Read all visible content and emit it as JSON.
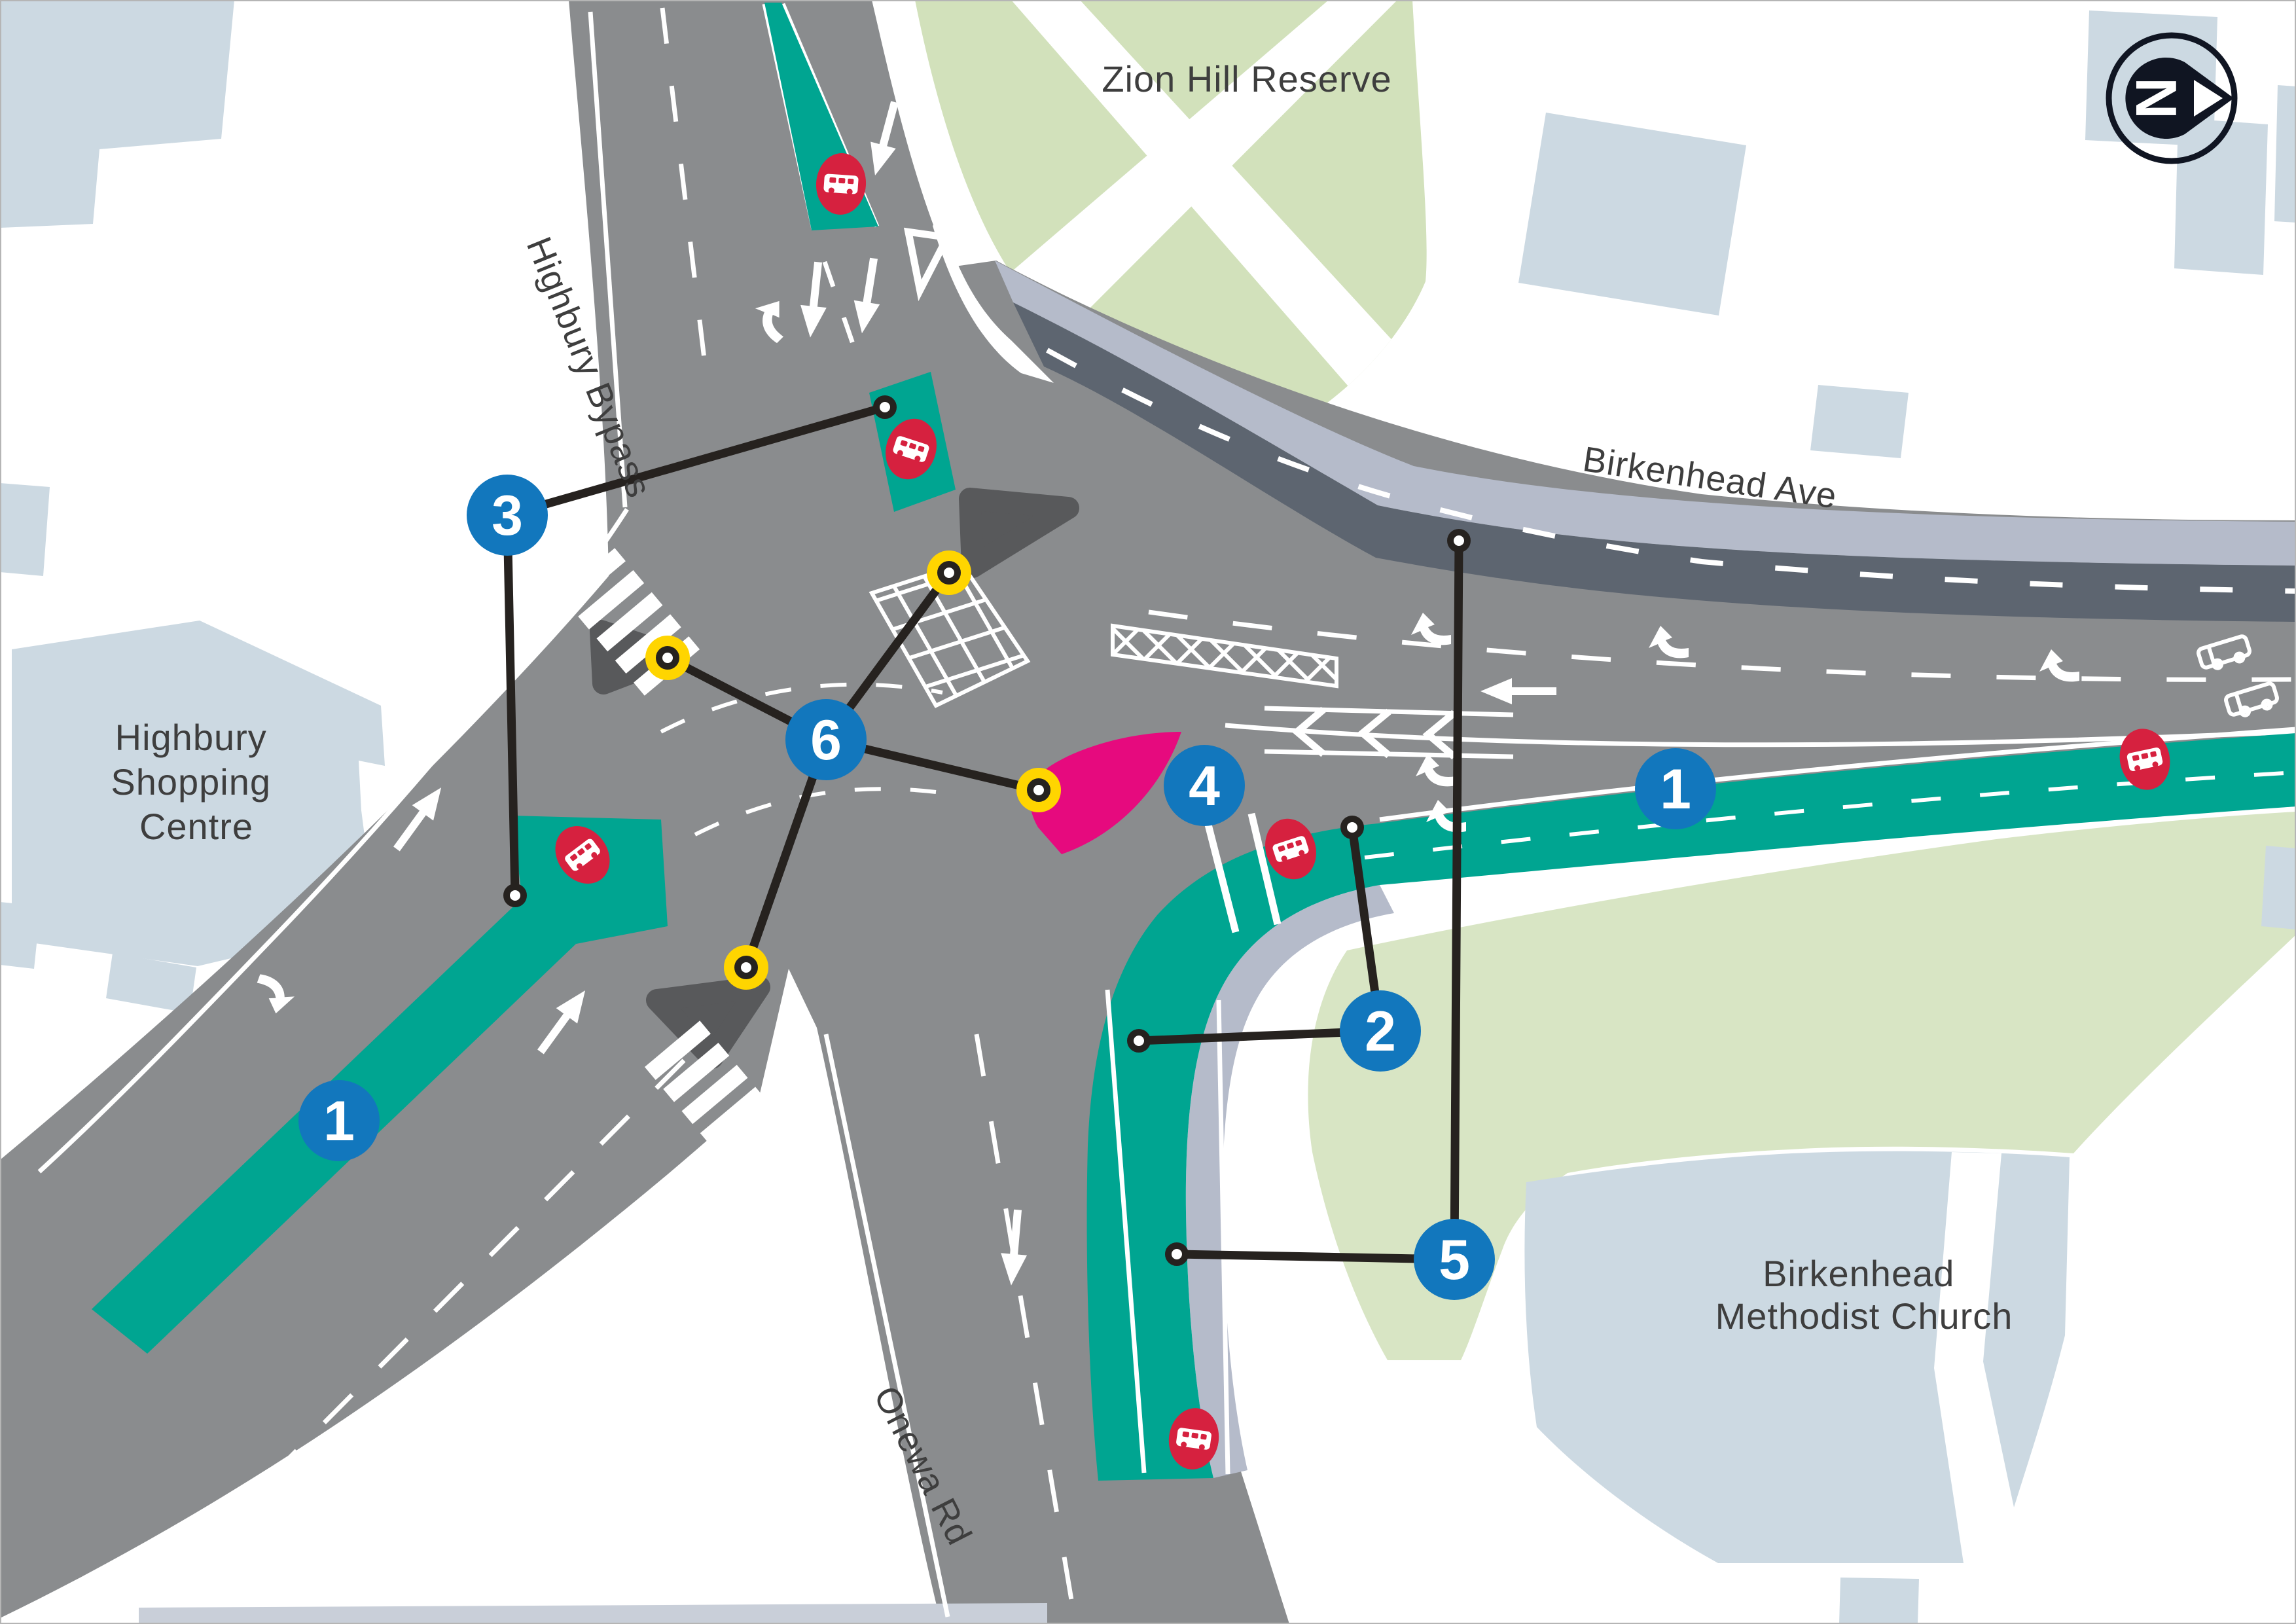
{
  "map": {
    "street_labels": {
      "highbury_bypass": "Highbury Bypass",
      "birkenhead_ave": "Birkenhead Ave",
      "onewa_rd": "Onewa Rd"
    },
    "place_labels": {
      "zion_hill_reserve": "Zion Hill Reserve",
      "highbury_shopping_centre": [
        "Highbury",
        "Shopping",
        "Centre"
      ],
      "birkenhead_methodist_church": [
        "Birkenhead",
        "Methodist Church"
      ]
    },
    "callouts": {
      "c1_left": "1",
      "c1_right": "1",
      "c2": "2",
      "c3": "3",
      "c4": "4",
      "c5": "5",
      "c6": "6"
    },
    "north_arrow_letter": "N",
    "colors": {
      "bus_lane_teal": "#00A591",
      "callout_blue": "#1277BD",
      "bus_stop_red": "#D6213F",
      "signal_yellow": "#FFD500",
      "highlight_pink": "#E60A7E",
      "road_gray": "#8A8C8E",
      "road_dark_band": "#5D6570",
      "island_dark": "#58595B",
      "footpath_lavender": "#B5BBCA",
      "building_blue": "#CCD9E2",
      "reserve_green": "#D2E1BB",
      "lawn_green": "#D8E5C4",
      "callout_line_black": "#26221F"
    }
  }
}
